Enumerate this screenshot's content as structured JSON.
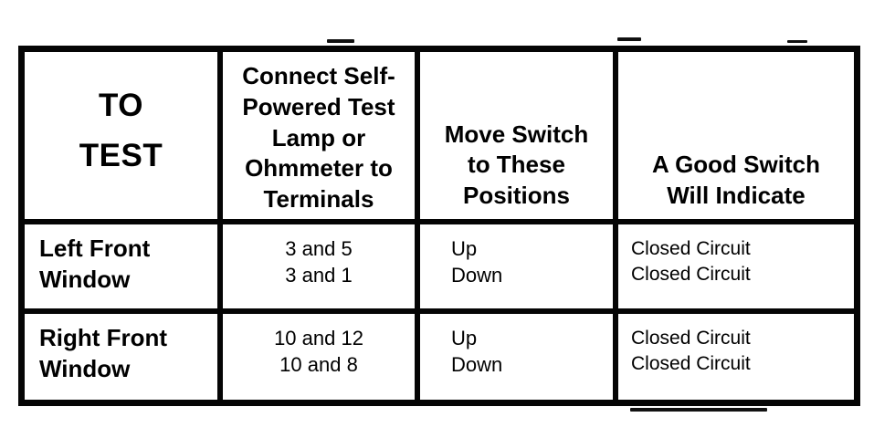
{
  "document": {
    "type": "switch-test-chart"
  },
  "table": {
    "headers": {
      "to_test": "TO\nTEST",
      "terminals": "Connect Self-\nPowered Test\nLamp or\nOhmmeter to\nTerminals",
      "positions": "Move Switch\nto These\nPositions",
      "indication": "A Good Switch\nWill Indicate"
    },
    "rows": [
      {
        "to_test": "Left Front\nWindow",
        "terminals": "3 and 5\n3 and 1",
        "positions": "Up\nDown",
        "indication": "Closed Circuit\nClosed Circuit"
      },
      {
        "to_test": "Right Front\nWindow",
        "terminals": "10 and 12\n10 and 8",
        "positions": "Up\nDown",
        "indication": "Closed Circuit\nClosed Circuit"
      }
    ]
  }
}
